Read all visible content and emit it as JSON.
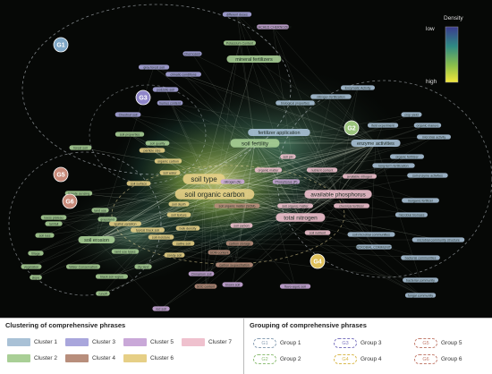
{
  "density_legend": {
    "title": "Density",
    "low": "low",
    "high": "high"
  },
  "groups_on_map": [
    {
      "label": "G1",
      "color": "#7fa7c6"
    },
    {
      "label": "G2",
      "color": "#9bc47d"
    },
    {
      "label": "G3",
      "color": "#8f86c9"
    },
    {
      "label": "G4",
      "color": "#e0c15a"
    },
    {
      "label": "G5",
      "color": "#c88a7a"
    },
    {
      "label": "G6",
      "color": "#c88a7a"
    }
  ],
  "term_labels": [
    {
      "text": "soil type",
      "cluster": 6,
      "size": "xl"
    },
    {
      "text": "soil organic carbon",
      "cluster": 6,
      "size": "xl"
    },
    {
      "text": "soil fertility",
      "cluster": 2,
      "size": "l"
    },
    {
      "text": "available phosphorus",
      "cluster": 7,
      "size": "l"
    },
    {
      "text": "total nitrogen",
      "cluster": 7,
      "size": "l"
    },
    {
      "text": "fertilizer application",
      "cluster": 1,
      "size": "m"
    },
    {
      "text": "enzyme activities",
      "cluster": 1,
      "size": "m"
    },
    {
      "text": "soil erosion",
      "cluster": 2,
      "size": "m"
    },
    {
      "text": "mineral fertilizers",
      "cluster": 2,
      "size": "m"
    },
    {
      "text": "Water Conservation",
      "cluster": 2,
      "size": "s"
    },
    {
      "text": "organic carbon",
      "cluster": 6,
      "size": "s"
    },
    {
      "text": "soil water",
      "cluster": 6,
      "size": "s"
    },
    {
      "text": "soil surface",
      "cluster": 6,
      "size": "s"
    },
    {
      "text": "chemical fertilizer",
      "cluster": 7,
      "size": "s"
    },
    {
      "text": "available nitrogen",
      "cluster": 7,
      "size": "s"
    },
    {
      "text": "soil microbial communities",
      "cluster": 1,
      "size": "s"
    },
    {
      "text": "MICROBIAL COMMUNITY",
      "cluster": 1,
      "size": "s"
    },
    {
      "text": "microbial community structure",
      "cluster": 1,
      "size": "s"
    },
    {
      "text": "bacterial communities",
      "cluster": 1,
      "size": "s"
    },
    {
      "text": "land use",
      "cluster": 2,
      "size": "s"
    },
    {
      "text": "land use types",
      "cluster": 2,
      "size": "s"
    },
    {
      "text": "SOM content",
      "cluster": 4,
      "size": "s"
    },
    {
      "text": "SOC content",
      "cluster": 4,
      "size": "s"
    },
    {
      "text": "Cinnamon soil",
      "cluster": 5,
      "size": "s"
    },
    {
      "text": "Chestnut soil",
      "cluster": 3,
      "size": "s"
    },
    {
      "text": "soil nutrient",
      "cluster": 7,
      "size": "s"
    },
    {
      "text": "Phosphorus (P)",
      "cluster": 5,
      "size": "s"
    },
    {
      "text": "remote sensing",
      "cluster": 2,
      "size": "s"
    },
    {
      "text": "particle size",
      "cluster": 6,
      "size": "s"
    },
    {
      "text": "soil organic matter (SOM)",
      "cluster": 4,
      "size": "s"
    },
    {
      "text": "soil organic matter",
      "cluster": 7,
      "size": "s"
    },
    {
      "text": "spatial variation",
      "cluster": 6,
      "size": "s"
    },
    {
      "text": "soil enzyme activities",
      "cluster": 1,
      "size": "s"
    },
    {
      "text": "organic fertilizer",
      "cluster": 1,
      "size": "s"
    },
    {
      "text": "inorganic fertilizer",
      "cluster": 1,
      "size": "s"
    },
    {
      "text": "microbial biomass",
      "cluster": 1,
      "size": "s"
    },
    {
      "text": "bacterial community",
      "cluster": 1,
      "size": "s"
    },
    {
      "text": "fungal community",
      "cluster": 1,
      "size": "s"
    },
    {
      "text": "Potassium Content",
      "cluster": 2,
      "size": "s"
    },
    {
      "text": "Enzymatic Activity",
      "cluster": 1,
      "size": "s"
    },
    {
      "text": "biological properties",
      "cluster": 1,
      "size": "s"
    },
    {
      "text": "nitrogen fertilization",
      "cluster": 1,
      "size": "s"
    },
    {
      "text": "LEACHED CHERNOZEM",
      "cluster": 5,
      "size": "s"
    },
    {
      "text": "different doses",
      "cluster": 3,
      "size": "s"
    },
    {
      "text": "climatic conditions",
      "cluster": 3,
      "size": "s"
    },
    {
      "text": "soil texture",
      "cluster": 6,
      "size": "s"
    },
    {
      "text": "nitrogen (N)",
      "cluster": 5,
      "size": "s"
    },
    {
      "text": "loess plateau",
      "cluster": 2,
      "size": "s"
    },
    {
      "text": "soil loss",
      "cluster": 2,
      "size": "s"
    },
    {
      "text": "soil properties",
      "cluster": 2,
      "size": "s"
    },
    {
      "text": "soil quality",
      "cluster": 2,
      "size": "s"
    },
    {
      "text": "rainfall",
      "cluster": 2,
      "size": "s"
    },
    {
      "text": "crop yield",
      "cluster": 1,
      "size": "s"
    },
    {
      "text": "organic manure",
      "cluster": 1,
      "size": "s"
    },
    {
      "text": "microbial activity",
      "cluster": 1,
      "size": "s"
    },
    {
      "text": "dry land",
      "cluster": 2,
      "size": "s"
    },
    {
      "text": "bulk density",
      "cluster": 6,
      "size": "s"
    },
    {
      "text": "soil moisture",
      "cluster": 6,
      "size": "s"
    },
    {
      "text": "typical black soil",
      "cluster": 6,
      "size": "s"
    },
    {
      "text": "black soil region",
      "cluster": 2,
      "size": "s"
    },
    {
      "text": "soil carbon",
      "cluster": 7,
      "size": "s"
    },
    {
      "text": "organic matter",
      "cluster": 7,
      "size": "s"
    },
    {
      "text": "soil pH",
      "cluster": 7,
      "size": "s"
    },
    {
      "text": "soil depth",
      "cluster": 6,
      "size": "s"
    },
    {
      "text": "Chernozem",
      "cluster": 3,
      "size": "s"
    },
    {
      "text": "grey forest soil",
      "cluster": 3,
      "size": "s"
    },
    {
      "text": "podzolic soil",
      "cluster": 3,
      "size": "s"
    },
    {
      "text": "humus content",
      "cluster": 3,
      "size": "s"
    },
    {
      "text": "field experiment",
      "cluster": 1,
      "size": "s"
    },
    {
      "text": "long-term fertilization",
      "cluster": 1,
      "size": "s"
    },
    {
      "text": "nutrient content",
      "cluster": 7,
      "size": "s"
    },
    {
      "text": "carbon storage",
      "cluster": 4,
      "size": "s"
    },
    {
      "text": "carbon sequestration",
      "cluster": 4,
      "size": "s"
    },
    {
      "text": "brown soil",
      "cluster": 5,
      "size": "s"
    },
    {
      "text": "fluvo-aquic soil",
      "cluster": 5,
      "size": "s"
    },
    {
      "text": "red soil",
      "cluster": 5,
      "size": "s"
    },
    {
      "text": "tillage",
      "cluster": 2,
      "size": "s"
    },
    {
      "text": "vegetation",
      "cluster": 2,
      "size": "s"
    },
    {
      "text": "slope",
      "cluster": 2,
      "size": "s"
    },
    {
      "text": "runoff",
      "cluster": 2,
      "size": "s"
    },
    {
      "text": "grassland",
      "cluster": 2,
      "size": "s"
    },
    {
      "text": "forest soil",
      "cluster": 2,
      "size": "s"
    },
    {
      "text": "sandy soil",
      "cluster": 6,
      "size": "s"
    },
    {
      "text": "saline soil",
      "cluster": 6,
      "size": "s"
    }
  ],
  "clustering_legend": {
    "title": "Clustering of comprehensive phrases",
    "items": [
      {
        "label": "Cluster 1",
        "color": "#a9c1d6"
      },
      {
        "label": "Cluster 2",
        "color": "#a9cf96"
      },
      {
        "label": "Cluster 3",
        "color": "#a9a6dc"
      },
      {
        "label": "Cluster 4",
        "color": "#b88e7c"
      },
      {
        "label": "Cluster 5",
        "color": "#c9a8d8"
      },
      {
        "label": "Cluster 6",
        "color": "#e6cf86"
      },
      {
        "label": "Cluster 7",
        "color": "#efc1ce"
      }
    ]
  },
  "grouping_legend": {
    "title": "Grouping of comprehensive phrases",
    "items": [
      {
        "label": "Group 1",
        "badge": "G1",
        "color": "#8aa0b4"
      },
      {
        "label": "Group 2",
        "badge": "G2",
        "color": "#8fbf76"
      },
      {
        "label": "Group 3",
        "badge": "G3",
        "color": "#7d76c0"
      },
      {
        "label": "Group 4",
        "badge": "G4",
        "color": "#d9b94e"
      },
      {
        "label": "Group 5",
        "badge": "G5",
        "color": "#c47f70"
      },
      {
        "label": "Group 6",
        "badge": "G6",
        "color": "#c47f70"
      }
    ]
  }
}
